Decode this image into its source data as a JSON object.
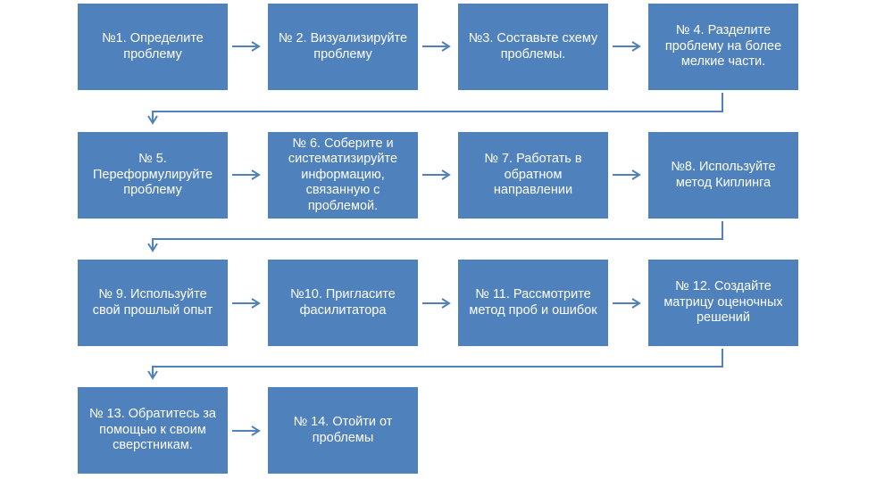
{
  "steps": [
    {
      "label": "№1. Определите проблему"
    },
    {
      "label": "№ 2. Визуализируйте проблему"
    },
    {
      "label": "№3. Составьте схему проблемы."
    },
    {
      "label": "№ 4. Разделите проблему на более мелкие части."
    },
    {
      "label": "№ 5. Переформулируйте проблему"
    },
    {
      "label": "№ 6. Соберите и систематизируйте информацию, связанную с проблемой."
    },
    {
      "label": "№ 7. Работать в обратном направлении"
    },
    {
      "label": "№8. Используйте метод Киплинга"
    },
    {
      "label": "№ 9. Используйте свой прошлый опыт"
    },
    {
      "label": "№10. Пригласите фасилитатора"
    },
    {
      "label": "№ 11. Рассмотрите метод проб и ошибок"
    },
    {
      "label": "№ 12. Создайте матрицу оценочных решений"
    },
    {
      "label": "№ 13. Обратитесь за помощью к своим сверстникам."
    },
    {
      "label": "№ 14. Отойти от проблемы"
    }
  ],
  "colors": {
    "box_fill": "#4f81bd",
    "box_text": "#ffffff",
    "connector": "#4f81bd"
  }
}
